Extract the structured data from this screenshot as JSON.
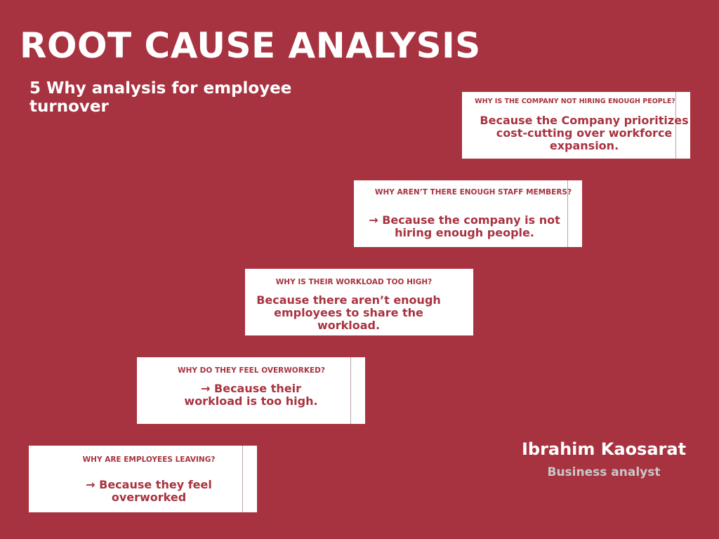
{
  "title": "ROOT CAUSE ANALYSIS",
  "subtitle": "5 Why analysis for employee turnover",
  "whys": [
    {
      "question": "WHY ARE EMPLOYEES LEAVING?",
      "answer": "→ Because they feel overworked"
    },
    {
      "question": "WHY DO THEY FEEL OVERWORKED?",
      "answer": "→ Because their workload is too high."
    },
    {
      "question": "WHY IS THEIR WORKLOAD TOO HIGH?",
      "answer": "Because there aren’t enough employees to share the workload."
    },
    {
      "question": "WHY AREN’T THERE ENOUGH STAFF MEMBERS?",
      "answer": "→ Because the company is not hiring enough people."
    },
    {
      "question": "WHY IS THE COMPANY NOT HIRING ENOUGH PEOPLE?",
      "answer": "Because the Company prioritizes cost-cutting over workforce expansion."
    }
  ],
  "author": {
    "name": "Ibrahim Kaosarat",
    "role": "Business analyst"
  },
  "colors": {
    "background": "#a83340",
    "card": "#ffffff",
    "card_text": "#a83340",
    "role_text": "#c8c8c8"
  }
}
